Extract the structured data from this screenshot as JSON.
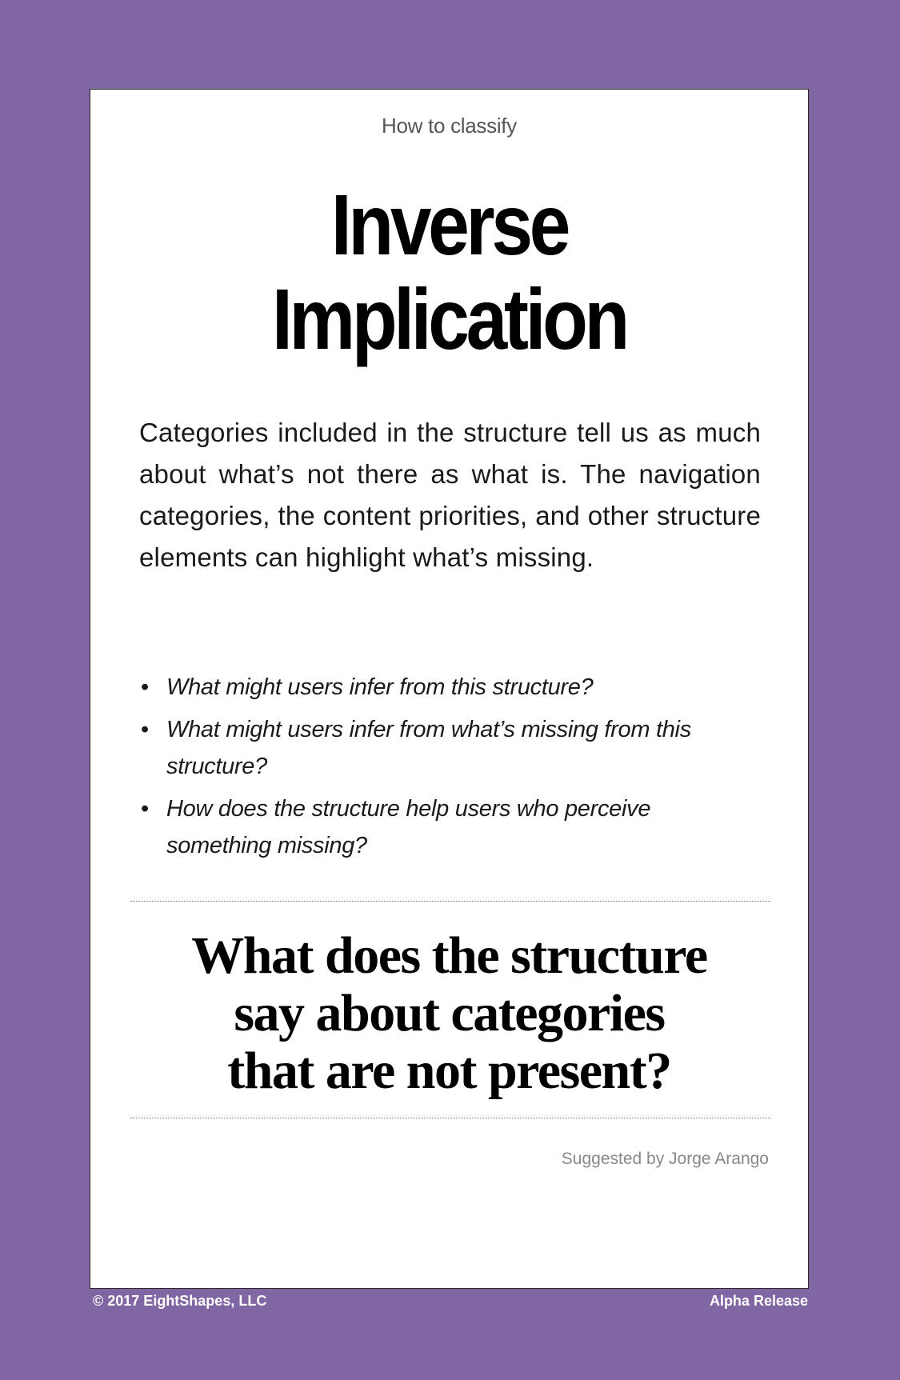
{
  "card": {
    "eyebrow": "How to classify",
    "title_lines": [
      "Inverse",
      "Implication"
    ],
    "body": "Categories included in the structure tell us as much about what’s not there as what is. The navigation categories, the content priorities, and other structure elements can highlight what’s missing.",
    "bullet_glyph": "•",
    "questions": [
      "What might users infer from this structure?",
      "What might users infer from what’s missing from this structure?",
      "How does the structure help users who perceive something missing?"
    ],
    "prompt_lines": [
      "What does the structure",
      "say about categories",
      "that are not present?"
    ],
    "credit": "Suggested by Jorge Arango"
  },
  "footer": {
    "copyright": "© 2017 EightShapes, LLC",
    "release": "Alpha Release"
  },
  "colors": {
    "background": "#8066a3",
    "card": "#ffffff",
    "credit_text": "#888888"
  }
}
